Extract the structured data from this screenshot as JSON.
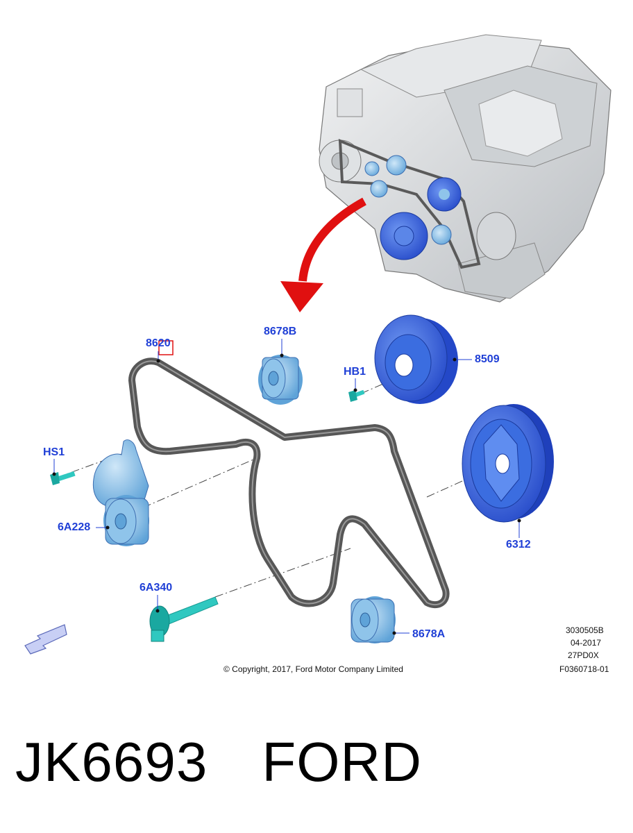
{
  "callouts": {
    "belt": "8620",
    "idler_top": "8678B",
    "water_pump_pulley": "8509",
    "water_pump_bolt": "HB1",
    "tensioner_bolt": "HS1",
    "tensioner": "6A228",
    "crank_pulley": "6312",
    "crank_bolt": "6A340",
    "idler_bottom": "8678A"
  },
  "meta": {
    "ref": "3030505B",
    "date": "04-2017",
    "code": "27PD0X",
    "figure": "F0360718-01"
  },
  "copyright": "© Copyright, 2017, Ford Motor Company Limited",
  "caption": {
    "part_number": "JK6693",
    "brand": "FORD"
  },
  "colors": {
    "callout": "#1f3fd6",
    "pulley_blue": "#3b6de0",
    "part_light_blue": "#8fc4ea",
    "bolt_cyan": "#2fc8c0",
    "arrow_red": "#e01010",
    "belt_gray": "#6e6e6e",
    "engine_gray": "#d9dbdd"
  },
  "icons": [
    "red-arrow-icon",
    "view-direction-arrow-icon"
  ]
}
